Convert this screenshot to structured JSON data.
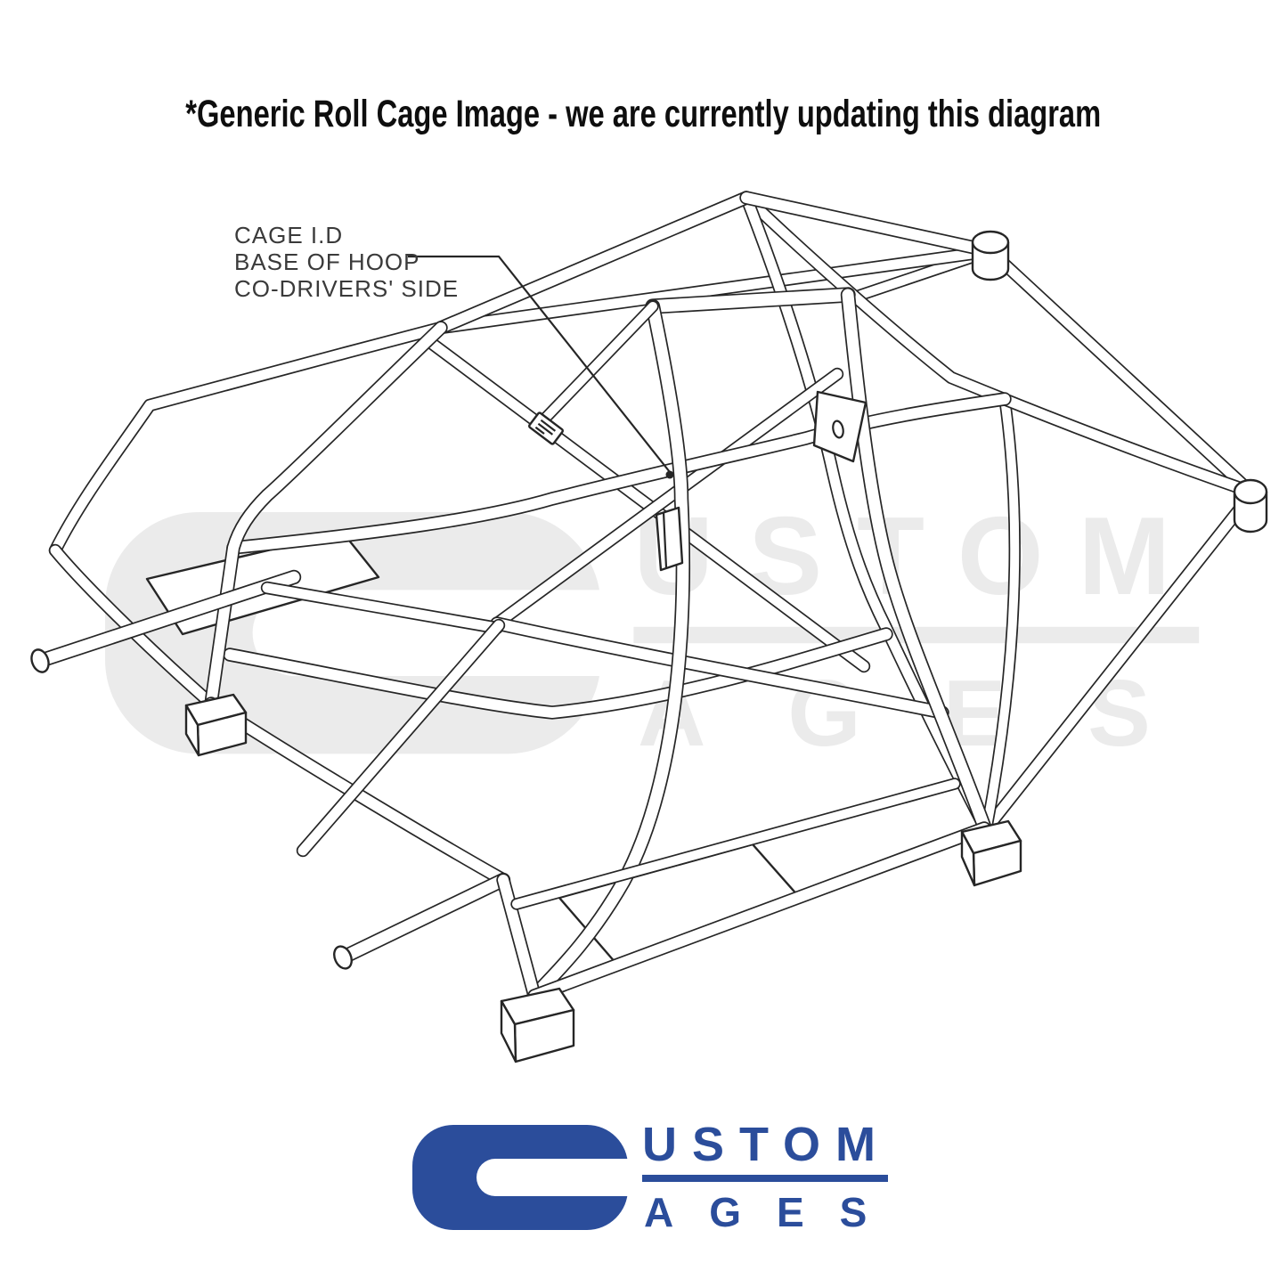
{
  "header": {
    "title": "*Generic Roll Cage Image - we are currently updating this diagram"
  },
  "annotation": {
    "line1": "CAGE I.D",
    "line2": "BASE OF HOOP",
    "line3": "CO-DRIVERS' SIDE"
  },
  "diagram": {
    "alt": "Isometric technical line drawing of a multi-point weld-in roll cage with mounting feet and rear strut-top pucks"
  },
  "logo": {
    "top_text": "USTOM",
    "bottom_text": "AGES",
    "full_name": "Custom Cages"
  },
  "colors": {
    "background": "#ffffff",
    "line_ink": "#262626",
    "accent_blue": "#2b4d9b",
    "watermark_gray": "#ebebeb"
  }
}
